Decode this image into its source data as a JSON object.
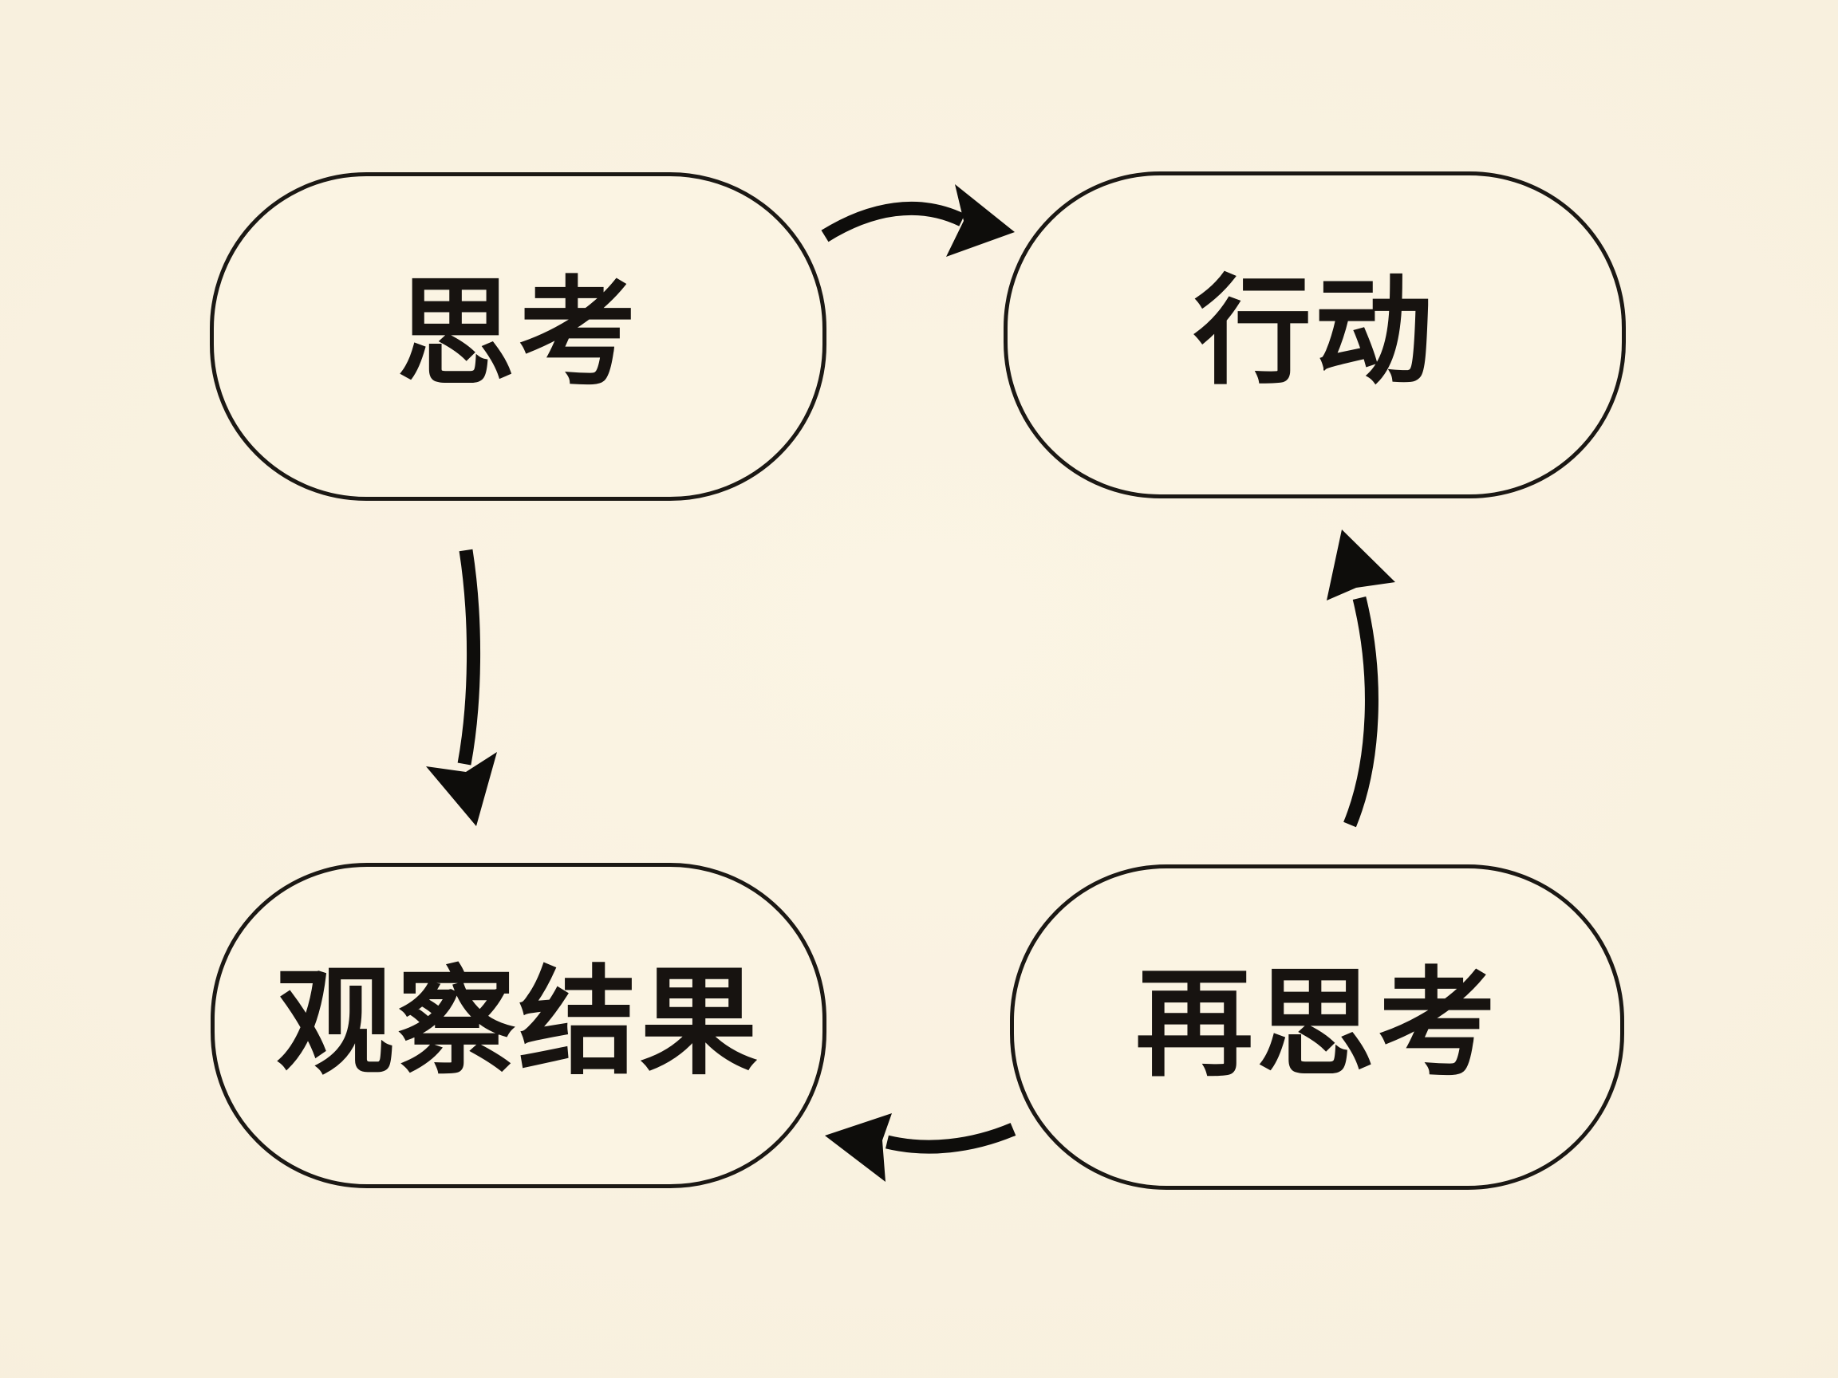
{
  "diagram": {
    "title": "",
    "colors": {
      "background_center": "#fbf4e4",
      "background_mid": "#f8f0de",
      "background_edge": "#f1e7d1",
      "node_fill": "#fbf4e3",
      "node_border": "#1b1814",
      "text": "#171310",
      "arrow": "#0e0d0b"
    },
    "nodes": [
      {
        "id": "think",
        "label": "思考"
      },
      {
        "id": "act",
        "label": "行动"
      },
      {
        "id": "observe",
        "label": "观察结果"
      },
      {
        "id": "rethink",
        "label": "再思考"
      }
    ],
    "edges": [
      {
        "from": "思考",
        "to": "行动",
        "direction": "right"
      },
      {
        "from": "思考",
        "to": "观察结果",
        "direction": "down"
      },
      {
        "from": "再思考",
        "to": "观察结果",
        "direction": "left"
      },
      {
        "from": "再思考",
        "to": "行动",
        "direction": "up"
      }
    ]
  }
}
